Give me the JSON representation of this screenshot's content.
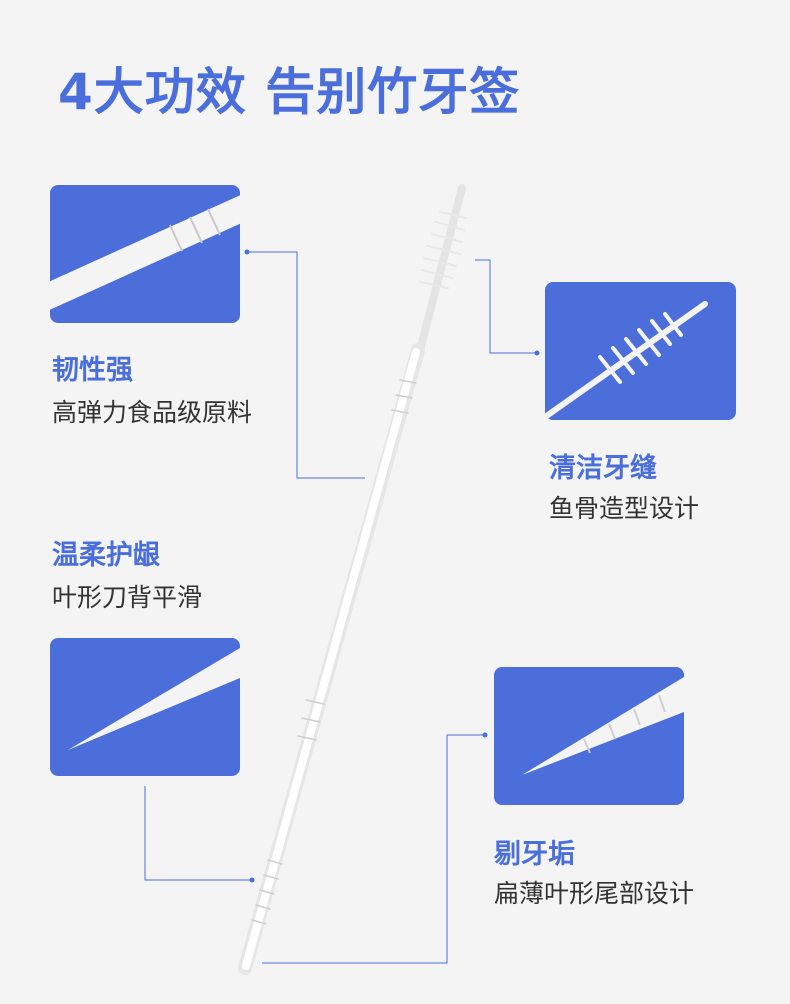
{
  "title": "4大功效 告别竹牙签",
  "features": [
    {
      "label": "韧性强",
      "sub": "高弹力食品级原料"
    },
    {
      "label": "清洁牙缝",
      "sub": "鱼骨造型设计"
    },
    {
      "label": "温柔护龈",
      "sub": "叶形刀背平滑"
    },
    {
      "label": "剔牙垢",
      "sub": "扁薄叶形尾部设计"
    }
  ],
  "colors": {
    "accent": "#4a6fdc",
    "panel": "#4b6edb",
    "background": "#f4f4f4"
  }
}
